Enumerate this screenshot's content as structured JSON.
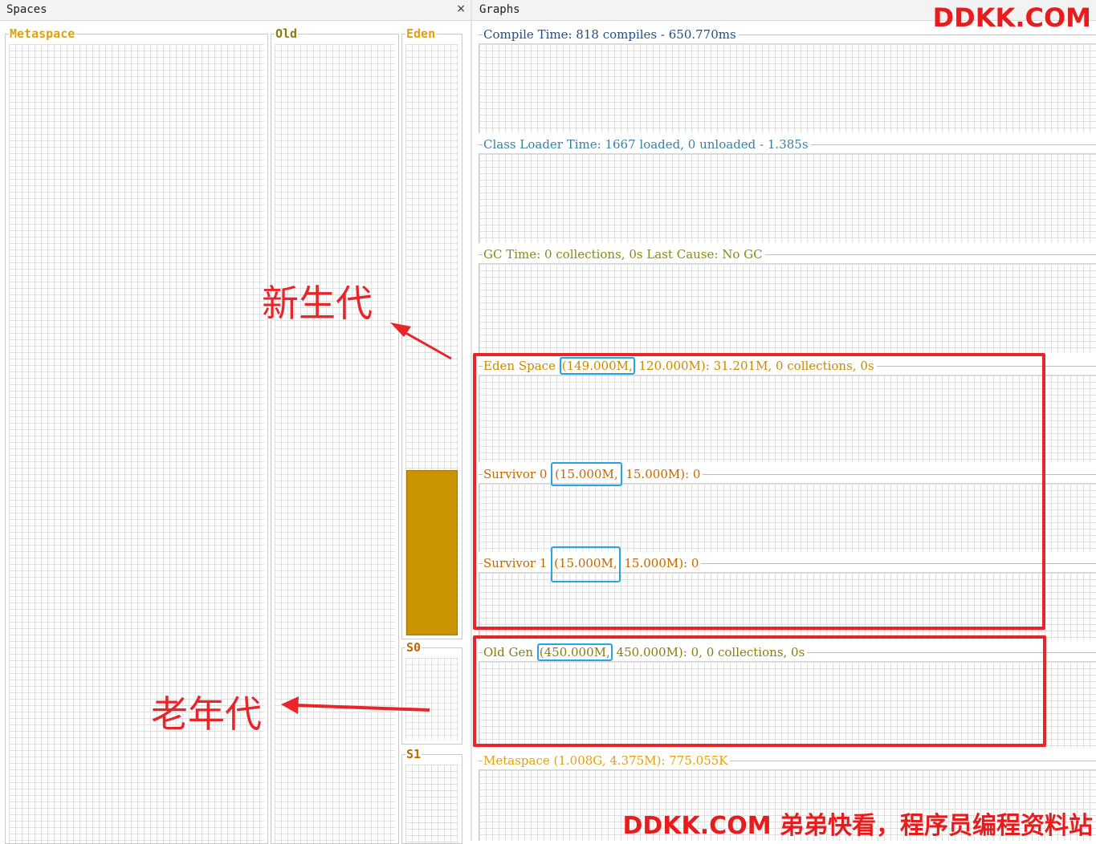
{
  "left_panel": {
    "title": "Spaces",
    "close_glyph": "×",
    "metaspace_label": "Metaspace",
    "old_label": "Old",
    "eden_label": "Eden",
    "eden_used_fraction": 0.22,
    "s0_label": "S0",
    "s1_label": "S1"
  },
  "right_panel": {
    "title": "Graphs",
    "compile": "Compile Time: 818 compiles - 650.770ms",
    "classloader": "Class Loader Time: 1667 loaded, 0 unloaded - 1.385s",
    "gc": "GC Time: 0 collections, 0s Last Cause: No GC",
    "eden": {
      "label": "Eden Space ",
      "max": "(149.000M,",
      "rest": " 120.000M): 31.201M, 0 collections, 0s"
    },
    "survivor0": {
      "label": "Survivor 0 ",
      "max": "(15.000M,",
      "rest": " 15.000M): 0"
    },
    "survivor1": {
      "label": "Survivor 1 ",
      "max": "(15.000M,",
      "rest": " 15.000M): 0"
    },
    "oldgen": {
      "label": "Old Gen ",
      "max": "(450.000M,",
      "rest": " 450.000M): 0, 0 collections, 0s"
    },
    "metaspace": "Metaspace (1.008G, 4.375M): 775.055K"
  },
  "annotations": {
    "young_gen": "新生代",
    "old_gen": "老年代"
  },
  "watermarks": {
    "top": "DDKK.COM",
    "bottom": "DDKK.COM 弟弟快看，程序员编程资料站"
  },
  "colors": {
    "accent_orange": "#e0a010",
    "old_label": "#8a7a10",
    "eden_fill": "#c99400",
    "graph_blue": "#1e4e86",
    "graph_teal": "#3a7fa0",
    "graph_olive": "#8a8a10",
    "graph_orange": "#c06800",
    "annotation_red": "#e8262a",
    "highlight_blue": "#2aa3e6"
  }
}
